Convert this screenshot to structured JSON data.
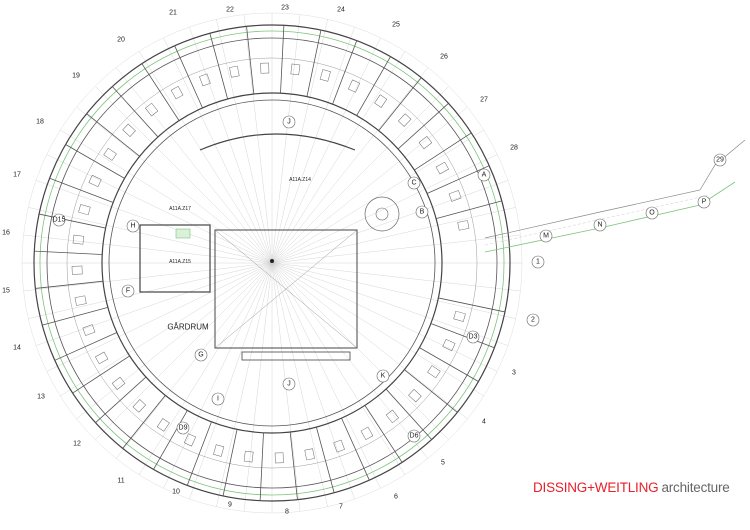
{
  "drawing": {
    "room_label": "GÅRDRUM",
    "colors": {
      "lines": "#555555",
      "thin": "#bbbbbb",
      "green": "#7cc47c",
      "brand": "#e8202a",
      "sub": "#666666"
    },
    "grid_numbers": [
      "1",
      "2",
      "3",
      "4",
      "5",
      "6",
      "7",
      "8",
      "9",
      "10",
      "11",
      "12",
      "13",
      "14",
      "15",
      "16",
      "17",
      "18",
      "19",
      "20",
      "21",
      "22",
      "23",
      "24",
      "25",
      "26",
      "27",
      "28",
      "29"
    ],
    "grid_letters": [
      "A",
      "B",
      "C",
      "D15",
      "H",
      "F",
      "G",
      "I",
      "J",
      "J",
      "K",
      "D3",
      "D6",
      "D9",
      "M",
      "N",
      "O",
      "P"
    ],
    "zone_labels": [
      "A11A.Z14",
      "A11A.Z17",
      "A11A.Z15"
    ]
  },
  "logo": {
    "brand": "DISSING+WEITLING",
    "sub": "architecture"
  }
}
